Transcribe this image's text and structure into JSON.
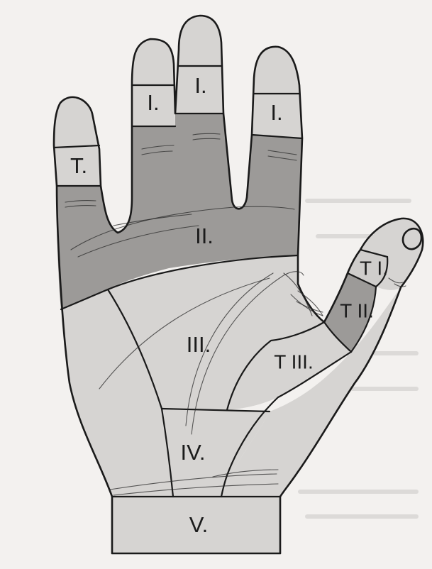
{
  "colors": {
    "page": "#f3f1ef",
    "zone_light": "#d6d4d2",
    "zone_dark": "#9c9a98",
    "zone_mid": "#cfcdcb",
    "ink": "#1a1a1a"
  },
  "labels": {
    "index_tip": "I.",
    "middle_tip": "I.",
    "ring_tip": "I.",
    "little_tip": "T.",
    "zone_two": "II.",
    "zone_three": "III.",
    "zone_four": "IV.",
    "zone_five": "V.",
    "thumb_one": "T I.",
    "thumb_two": "T II.",
    "thumb_three": "T III."
  }
}
